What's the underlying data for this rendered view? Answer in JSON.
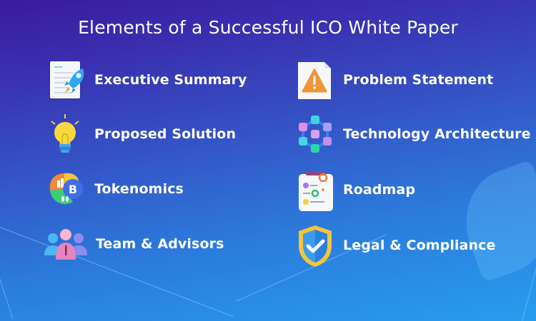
{
  "title": "Elements of a Successful ICO White Paper",
  "colors": {
    "bg_top": "#3a1a9e",
    "bg_bottom": "#279dee",
    "text": "#ffffff"
  },
  "items": [
    {
      "label": "Executive Summary",
      "icon": "document-rocket-icon"
    },
    {
      "label": "Problem Statement",
      "icon": "warning-document-icon"
    },
    {
      "label": "Proposed Solution",
      "icon": "lightbulb-icon"
    },
    {
      "label": "Technology Architecture",
      "icon": "network-nodes-icon"
    },
    {
      "label": "Tokenomics",
      "icon": "token-coin-icon"
    },
    {
      "label": "Roadmap",
      "icon": "roadmap-board-icon"
    },
    {
      "label": "Team & Advisors",
      "icon": "team-people-icon"
    },
    {
      "label": "Legal & Compliance",
      "icon": "shield-check-icon"
    }
  ]
}
